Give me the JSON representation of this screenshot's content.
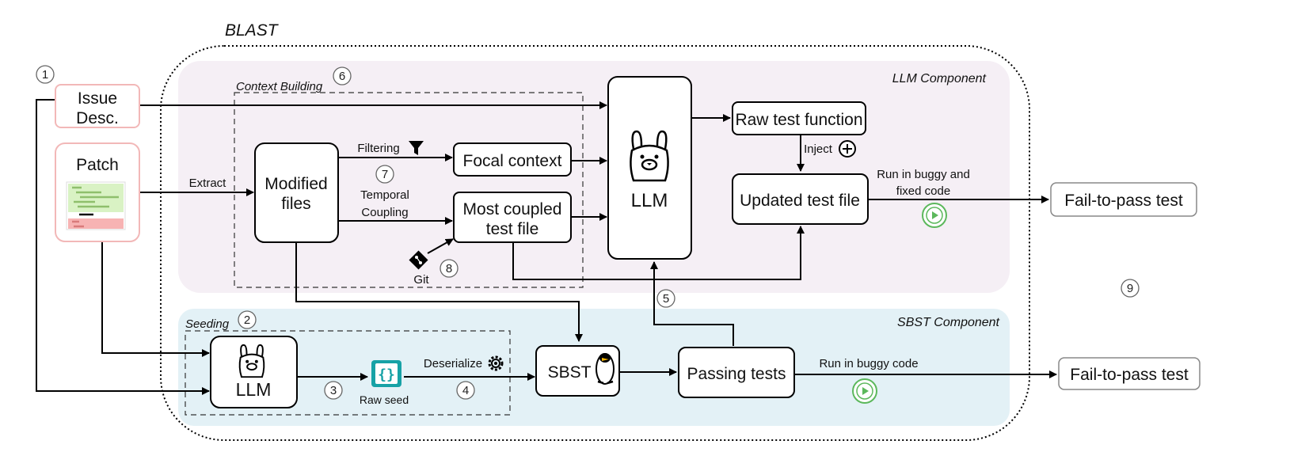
{
  "title": "BLAST",
  "regions": {
    "llm_component": "LLM Component",
    "sbst_component": "SBST Component",
    "context_building": "Context Building",
    "seeding": "Seeding"
  },
  "inputs": {
    "issue_line1": "Issue",
    "issue_line2": "Desc.",
    "patch": "Patch"
  },
  "nodes": {
    "modified_files_line1": "Modified",
    "modified_files_line2": "files",
    "focal_context": "Focal context",
    "most_coupled_line1": "Most coupled",
    "most_coupled_line2": "test file",
    "llm_main": "LLM",
    "raw_test_function": "Raw test function",
    "updated_test_file": "Updated test file",
    "fail_to_pass_1": "Fail-to-pass test",
    "fail_to_pass_2": "Fail-to-pass test",
    "llm_seed": "LLM",
    "raw_seed": "Raw seed",
    "sbst": "SBST",
    "passing_tests": "Passing tests"
  },
  "edge_labels": {
    "extract": "Extract",
    "filtering": "Filtering",
    "temporal_line1": "Temporal",
    "temporal_line2": "Coupling",
    "git": "Git",
    "inject": "Inject",
    "run_both_line1": "Run in buggy and",
    "run_both_line2": "fixed code",
    "deserialize": "Deserialize",
    "run_buggy": "Run in buggy code"
  },
  "step_numbers": [
    "1",
    "2",
    "3",
    "4",
    "5",
    "6",
    "7",
    "8",
    "9"
  ],
  "colors": {
    "llm_region_fill": "#f5eff5",
    "sbst_region_fill": "#e3f1f6",
    "input_border": "#f2b8b8",
    "run_icon": "#5cb85c",
    "seed_icon": "#17a2a6",
    "patch_green": "#d9f2c4",
    "patch_red": "#f7b3b3"
  },
  "icons": [
    "filter-icon",
    "plus-circle-icon",
    "play-icon",
    "git-icon",
    "gear-icon",
    "llama-icon",
    "penguin-icon",
    "json-braces-icon"
  ]
}
